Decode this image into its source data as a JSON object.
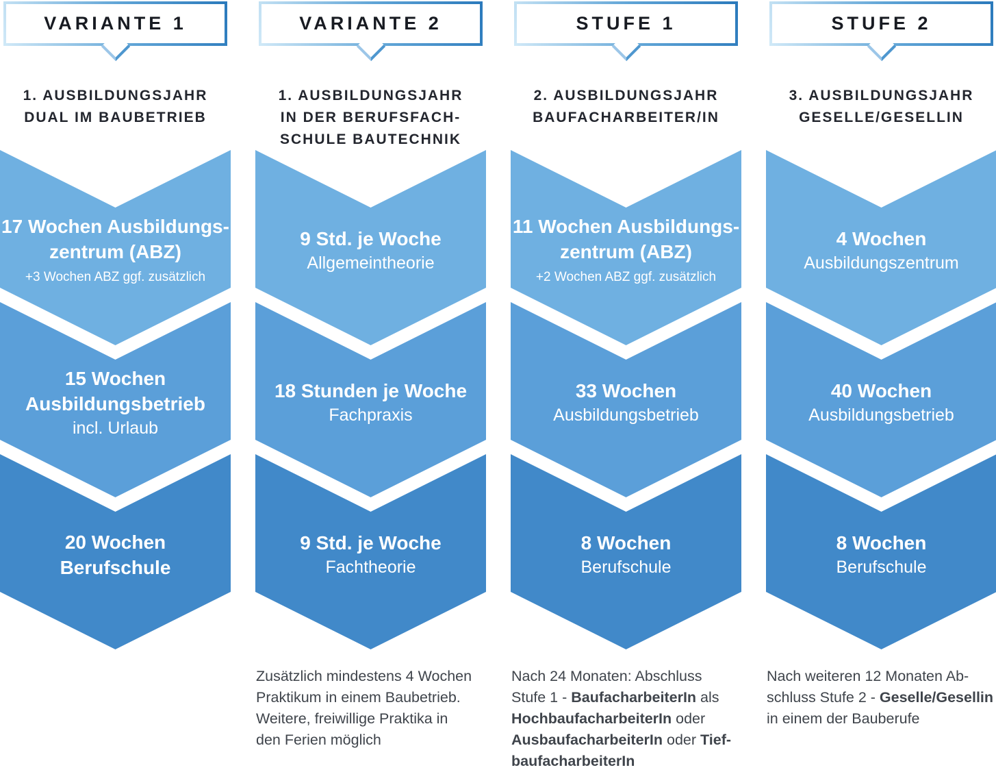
{
  "palette": {
    "chevron_light": "#6FB0E1",
    "chevron_medium": "#5B9FD9",
    "chevron_dark": "#4189C9",
    "badge_border_light": "#CFE8F7",
    "badge_border_dark": "#2B7ABC",
    "badge_text": "#181B22",
    "title_text": "#23262E",
    "footer_text": "#3F444B",
    "chevron_text": "#FFFFFF"
  },
  "columns": [
    {
      "badge": "VARIANTE 1",
      "title_lines": [
        "1. AUSBILDUNGSJAHR",
        "DUAL IM BAUBETRIEB"
      ],
      "chevrons": [
        {
          "lines": [
            "17 Wochen Ausbildungs-",
            "zentrum (ABZ)",
            "+3 Wochen ABZ ggf. zusätzlich"
          ]
        },
        {
          "lines": [
            "15 Wochen",
            "Ausbildungsbetrieb",
            "incl. Urlaub"
          ]
        },
        {
          "lines": [
            "20 Wochen",
            "Berufschule"
          ]
        }
      ],
      "footer": []
    },
    {
      "badge": "VARIANTE 2",
      "title_lines": [
        "1. AUSBILDUNGSJAHR",
        "IN DER BERUFSFACH-",
        "SCHULE BAUTECHNIK"
      ],
      "chevrons": [
        {
          "lines": [
            "9 Std. je Woche",
            "Allgemeintheorie"
          ]
        },
        {
          "lines": [
            "18 Stunden je Woche",
            "Fachpraxis"
          ]
        },
        {
          "lines": [
            "9 Std. je Woche",
            "Fachtheorie"
          ]
        }
      ],
      "footer": [
        {
          "text": "Zusätzlich mindestens 4 Wochen\nPraktikum in einem Baubetrieb.\nWeitere, freiwillige Praktika in\nden Ferien möglich",
          "bold": false
        }
      ]
    },
    {
      "badge": "STUFE 1",
      "title_lines": [
        "2. AUSBILDUNGSJAHR",
        "BAUFACHARBEITER/IN"
      ],
      "chevrons": [
        {
          "lines": [
            "11 Wochen Ausbildungs-",
            "zentrum (ABZ)",
            "+2 Wochen ABZ ggf. zusätzlich"
          ]
        },
        {
          "lines": [
            "33 Wochen",
            "Ausbildungsbetrieb"
          ]
        },
        {
          "lines": [
            "8 Wochen",
            "Berufschule"
          ]
        }
      ],
      "footer": [
        {
          "text": "Nach 24 Monaten: Abschluss\nStufe 1 - ",
          "bold": false
        },
        {
          "text": "BaufacharbeiterIn",
          "bold": true
        },
        {
          "text": " als\n",
          "bold": false
        },
        {
          "text": "HochbaufacharbeiterIn",
          "bold": true
        },
        {
          "text": " oder\n",
          "bold": false
        },
        {
          "text": "AusbaufacharbeiterIn",
          "bold": true
        },
        {
          "text": " oder ",
          "bold": false
        },
        {
          "text": "Tief-\nbaufacharbeiterIn",
          "bold": true
        }
      ]
    },
    {
      "badge": "STUFE 2",
      "title_lines": [
        "3. AUSBILDUNGSJAHR",
        "GESELLE/GESELLIN"
      ],
      "chevrons": [
        {
          "lines": [
            "4 Wochen",
            "Ausbildungszentrum"
          ]
        },
        {
          "lines": [
            "40 Wochen",
            "Ausbildungsbetrieb"
          ]
        },
        {
          "lines": [
            "8 Wochen",
            "Berufschule"
          ]
        }
      ],
      "footer": [
        {
          "text": "Nach weiteren 12 Monaten Ab-\nschluss Stufe 2 - ",
          "bold": false
        },
        {
          "text": "Geselle/Gesellin",
          "bold": true
        },
        {
          "text": "\nin einem der Bauberufe",
          "bold": false
        }
      ]
    }
  ]
}
